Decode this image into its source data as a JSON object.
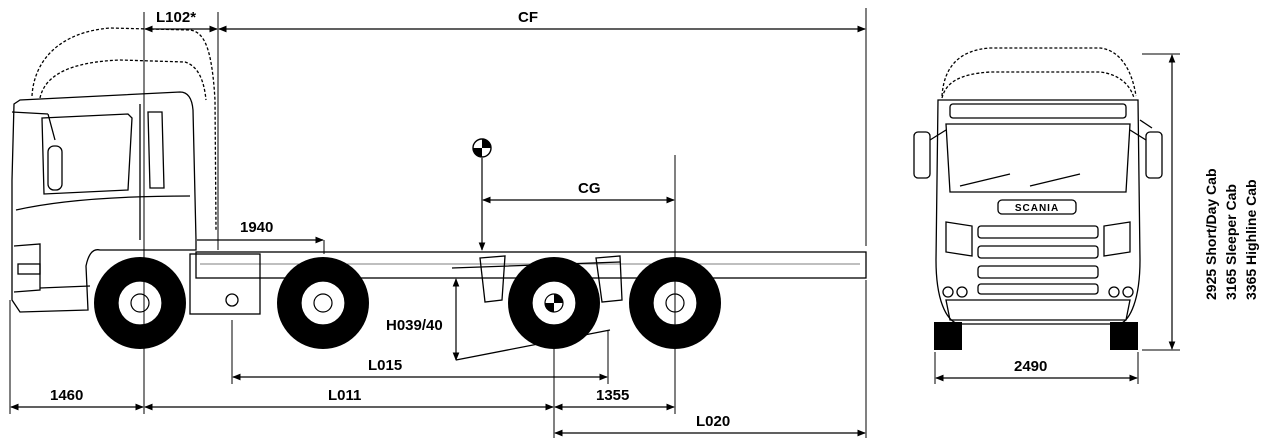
{
  "dimensions": {
    "l102": "L102*",
    "cf": "CF",
    "cg": "CG",
    "d1940": "1940",
    "h039": "H039/40",
    "l015": "L015",
    "l011": "L011",
    "d1460": "1460",
    "d1355": "1355",
    "l020": "L020",
    "d2490": "2490"
  },
  "cab_heights": {
    "short_day": "2925 Short/Day Cab",
    "sleeper": "3165 Sleeper Cab",
    "highline": "3365 Highline Cab"
  },
  "brand": "SCANIA",
  "colors": {
    "ink": "#000000",
    "tyre": "#000000",
    "background": "#ffffff"
  }
}
